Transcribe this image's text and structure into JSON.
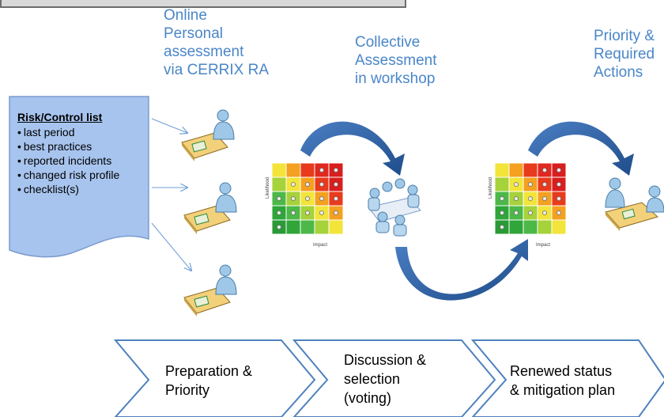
{
  "stages": {
    "personal": "Online\nPersonal\nassessment\nvia CERRIX RA",
    "collective": "Collective\nAssessment\nin workshop",
    "priority": "Priority &\nRequired\nActions"
  },
  "risk_list": {
    "title": "Risk/Control list",
    "items": [
      "last period",
      "best practices",
      "reported incidents",
      "changed risk profile",
      "checklist(s)"
    ]
  },
  "heatmap": {
    "ylabel": "Likelihood",
    "xlabel": "Impact",
    "rows": [
      [
        "#f2e43a",
        "#f4a020",
        "#e83a1c",
        "#e02820",
        "#d81e1e"
      ],
      [
        "#a6d23a",
        "#f2e43a",
        "#f4a020",
        "#e83a1c",
        "#d81e1e"
      ],
      [
        "#4cb848",
        "#a6d23a",
        "#f2e43a",
        "#f4a020",
        "#e83a1c"
      ],
      [
        "#2fa53a",
        "#4cb848",
        "#a6d23a",
        "#f2e43a",
        "#f4a020"
      ],
      [
        "#2a9a36",
        "#2fa53a",
        "#4cb848",
        "#a6d23a",
        "#f2e43a"
      ]
    ]
  },
  "process": {
    "step1": "Preparation &\nPriority",
    "step2": "Discussion &\nselection\n(voting)",
    "step3": "Renewed status\n& mitigation plan"
  },
  "colors": {
    "title_blue": "#4a86c8",
    "arrow_blue": "#2f5f9e",
    "doc_fill": "#a7c4ee",
    "chevron_stroke": "#4f81bd"
  }
}
